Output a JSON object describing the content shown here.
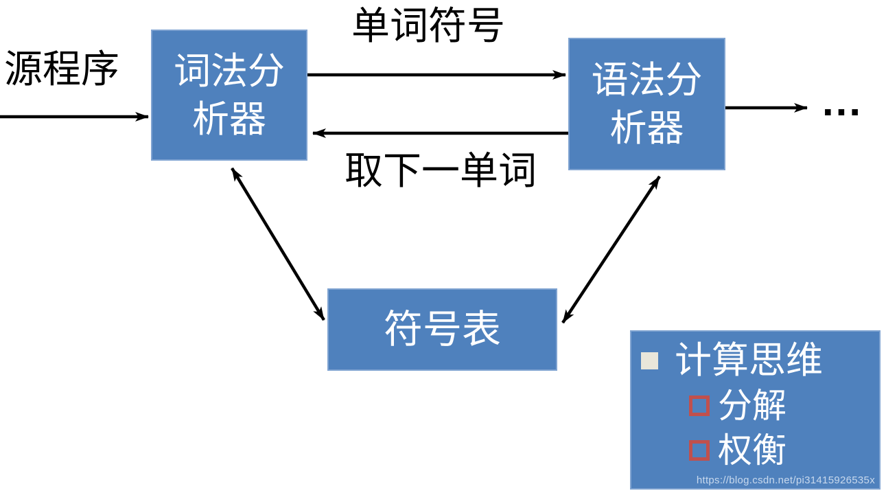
{
  "diagram": {
    "nodes": {
      "lexical_analyzer": {
        "line1": "词法分",
        "line2": "析器"
      },
      "syntax_analyzer": {
        "line1": "语法分",
        "line2": "析器"
      },
      "symbol_table": {
        "label": "符号表"
      }
    },
    "labels": {
      "source_program": "源程序",
      "token_symbol": "单词符号",
      "get_next_token": "取下一单词",
      "ellipsis": "..."
    }
  },
  "note": {
    "title": "计算思维",
    "items": [
      "分解",
      "权衡"
    ],
    "watermark": "https://blog.csdn.net/pi31415926535x"
  },
  "colors": {
    "box_fill": "#4f81bd",
    "box_border": "#7fa3d1",
    "box_text": "#ffffff",
    "label_text": "#000000",
    "arrow": "#000000",
    "title_bullet": "#e9e6da",
    "item_bullet_border": "#c0504d",
    "watermark_text": "#e2ecf8"
  }
}
